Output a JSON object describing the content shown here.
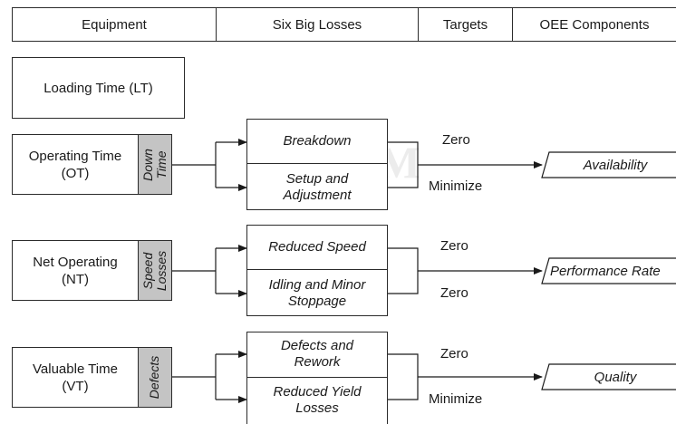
{
  "header": {
    "equipment": "Equipment",
    "losses": "Six Big Losses",
    "targets": "Targets",
    "oee": "OEE Components"
  },
  "times": {
    "loading": "Loading Time (LT)",
    "operating": "Operating Time (OT)",
    "net": "Net Operating (NT)",
    "valuable": "Valuable Time (VT)"
  },
  "loss_groups": {
    "down": "Down Time",
    "speed": "Speed Losses",
    "defects": "Defects"
  },
  "losses": {
    "breakdown": "Breakdown",
    "setup": "Setup and Adjustment",
    "reduced_speed": "Reduced Speed",
    "idling": "Idling and Minor Stoppage",
    "defects_rework": "Defects and Rework",
    "reduced_yield": "Reduced Yield Losses"
  },
  "targets": {
    "breakdown": "Zero",
    "setup": "Minimize",
    "reduced_speed": "Zero",
    "idling": "Zero",
    "defects_rework": "Zero",
    "reduced_yield": "Minimize"
  },
  "oee": {
    "availability": "Availability",
    "performance": "Performance Rate",
    "quality": "Quality"
  }
}
